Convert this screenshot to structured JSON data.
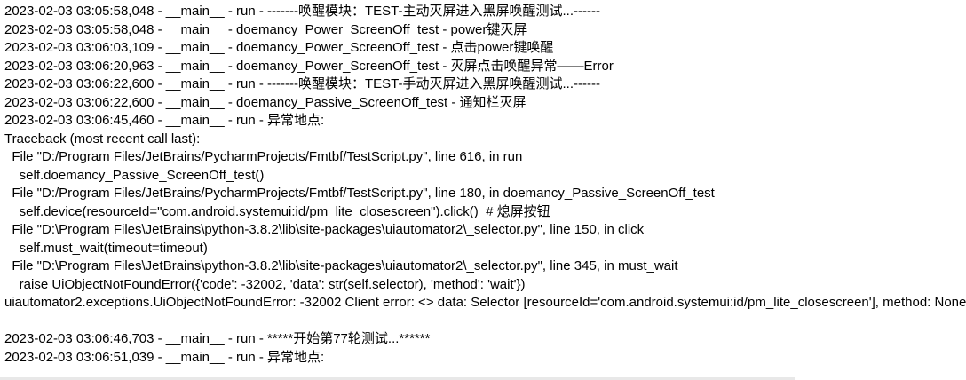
{
  "log": {
    "lines": [
      "2023-02-03 03:05:58,048 - __main__ - run - -------唤醒模块：TEST-主动灭屏进入黑屏唤醒测试...------",
      "2023-02-03 03:05:58,048 - __main__ - doemancy_Power_ScreenOff_test - power键灭屏",
      "2023-02-03 03:06:03,109 - __main__ - doemancy_Power_ScreenOff_test - 点击power键唤醒",
      "2023-02-03 03:06:20,963 - __main__ - doemancy_Power_ScreenOff_test - 灭屏点击唤醒异常——Error",
      "2023-02-03 03:06:22,600 - __main__ - run - -------唤醒模块：TEST-手动灭屏进入黑屏唤醒测试...------",
      "2023-02-03 03:06:22,600 - __main__ - doemancy_Passive_ScreenOff_test - 通知栏灭屏",
      "2023-02-03 03:06:45,460 - __main__ - run - 异常地点:",
      "Traceback (most recent call last):",
      "  File \"D:/Program Files/JetBrains/PycharmProjects/Fmtbf/TestScript.py\", line 616, in run",
      "    self.doemancy_Passive_ScreenOff_test()",
      "  File \"D:/Program Files/JetBrains/PycharmProjects/Fmtbf/TestScript.py\", line 180, in doemancy_Passive_ScreenOff_test",
      "    self.device(resourceId=\"com.android.systemui:id/pm_lite_closescreen\").click()  # 熄屏按钮",
      "  File \"D:\\Program Files\\JetBrains\\python-3.8.2\\lib\\site-packages\\uiautomator2\\_selector.py\", line 150, in click",
      "    self.must_wait(timeout=timeout)",
      "  File \"D:\\Program Files\\JetBrains\\python-3.8.2\\lib\\site-packages\\uiautomator2\\_selector.py\", line 345, in must_wait",
      "    raise UiObjectNotFoundError({'code': -32002, 'data': str(self.selector), 'method': 'wait'})",
      "uiautomator2.exceptions.UiObjectNotFoundError: -32002 Client error: <> data: Selector [resourceId='com.android.systemui:id/pm_lite_closescreen'], method: None",
      "",
      "2023-02-03 03:06:46,703 - __main__ - run - *****开始第77轮测试...******",
      "2023-02-03 03:06:51,039 - __main__ - run - 异常地点:"
    ]
  }
}
